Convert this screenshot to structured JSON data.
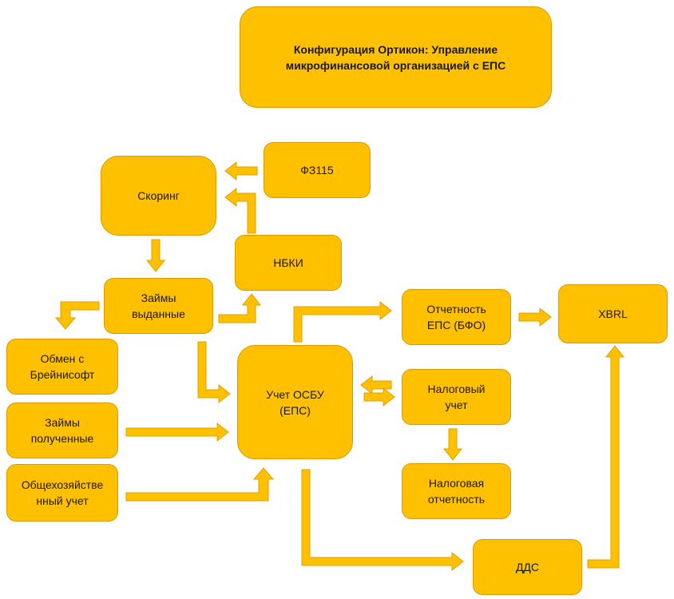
{
  "diagram": {
    "title": "Конфигурация Ортикон: Управление\nмикрофинансовой организацией с ЕПС",
    "nodes": {
      "fz115": "ФЗ115",
      "scoring": "Скоринг",
      "nbki": "НБКИ",
      "loans_issued": "Займы\nвыданные",
      "exchange_braincsoft": "Обмен с\nБрейнисофт",
      "loans_received": "Займы\nполученные",
      "general_accounting": "Общехозяйстве\nнный учет",
      "osbu_accounting": "Учет ОСБУ\n(ЕПС)",
      "eps_reporting": "Отчетность\nЕПС (БФО)",
      "xbrl": "XBRL",
      "tax_accounting": "Налоговый\nучет",
      "tax_reporting": "Налоговая\nотчетность",
      "dds": "ДДС"
    },
    "edges": [
      {
        "from": "fz115",
        "to": "scoring"
      },
      {
        "from": "nbki",
        "to": "scoring"
      },
      {
        "from": "scoring",
        "to": "loans_issued"
      },
      {
        "from": "loans_issued",
        "to": "nbki"
      },
      {
        "from": "loans_issued",
        "to": "exchange_braincsoft"
      },
      {
        "from": "loans_issued",
        "to": "osbu_accounting"
      },
      {
        "from": "loans_received",
        "to": "osbu_accounting"
      },
      {
        "from": "general_accounting",
        "to": "osbu_accounting"
      },
      {
        "from": "osbu_accounting",
        "to": "eps_reporting"
      },
      {
        "from": "eps_reporting",
        "to": "xbrl"
      },
      {
        "from": "tax_accounting",
        "to": "osbu_accounting"
      },
      {
        "from": "osbu_accounting",
        "to": "tax_accounting"
      },
      {
        "from": "tax_accounting",
        "to": "tax_reporting"
      },
      {
        "from": "osbu_accounting",
        "to": "dds"
      },
      {
        "from": "dds",
        "to": "xbrl"
      }
    ],
    "colors": {
      "node_fill": "#ffc000",
      "node_border": "#d99a00",
      "arrow_fill": "#ffc000",
      "arrow_stroke": "#e0a000"
    }
  }
}
